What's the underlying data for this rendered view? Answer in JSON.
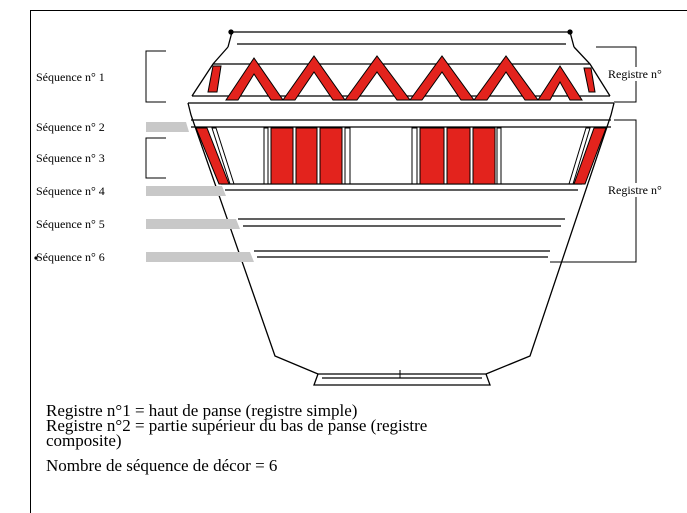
{
  "labels": {
    "seq1": "Séquence n° 1",
    "seq2": "Séquence n° 2",
    "seq3": "Séquence n° 3",
    "seq4": "Séquence n° 4",
    "seq5": "Séquence n° 5",
    "seq6": "Séquence n° 6",
    "reg1": "Registre n°",
    "reg2": "Registre n°"
  },
  "caption": {
    "line1": "Registre n°1 = haut de panse (registre simple)",
    "line2": "Registre n°2 = partie supérieur du bas de panse (registre",
    "line3": "composite)",
    "line4": "Nombre de séquence de décor = 6"
  },
  "colors": {
    "decor_red": "#e3231d",
    "marker_gray": "#c8c8c8",
    "line": "#000000"
  }
}
